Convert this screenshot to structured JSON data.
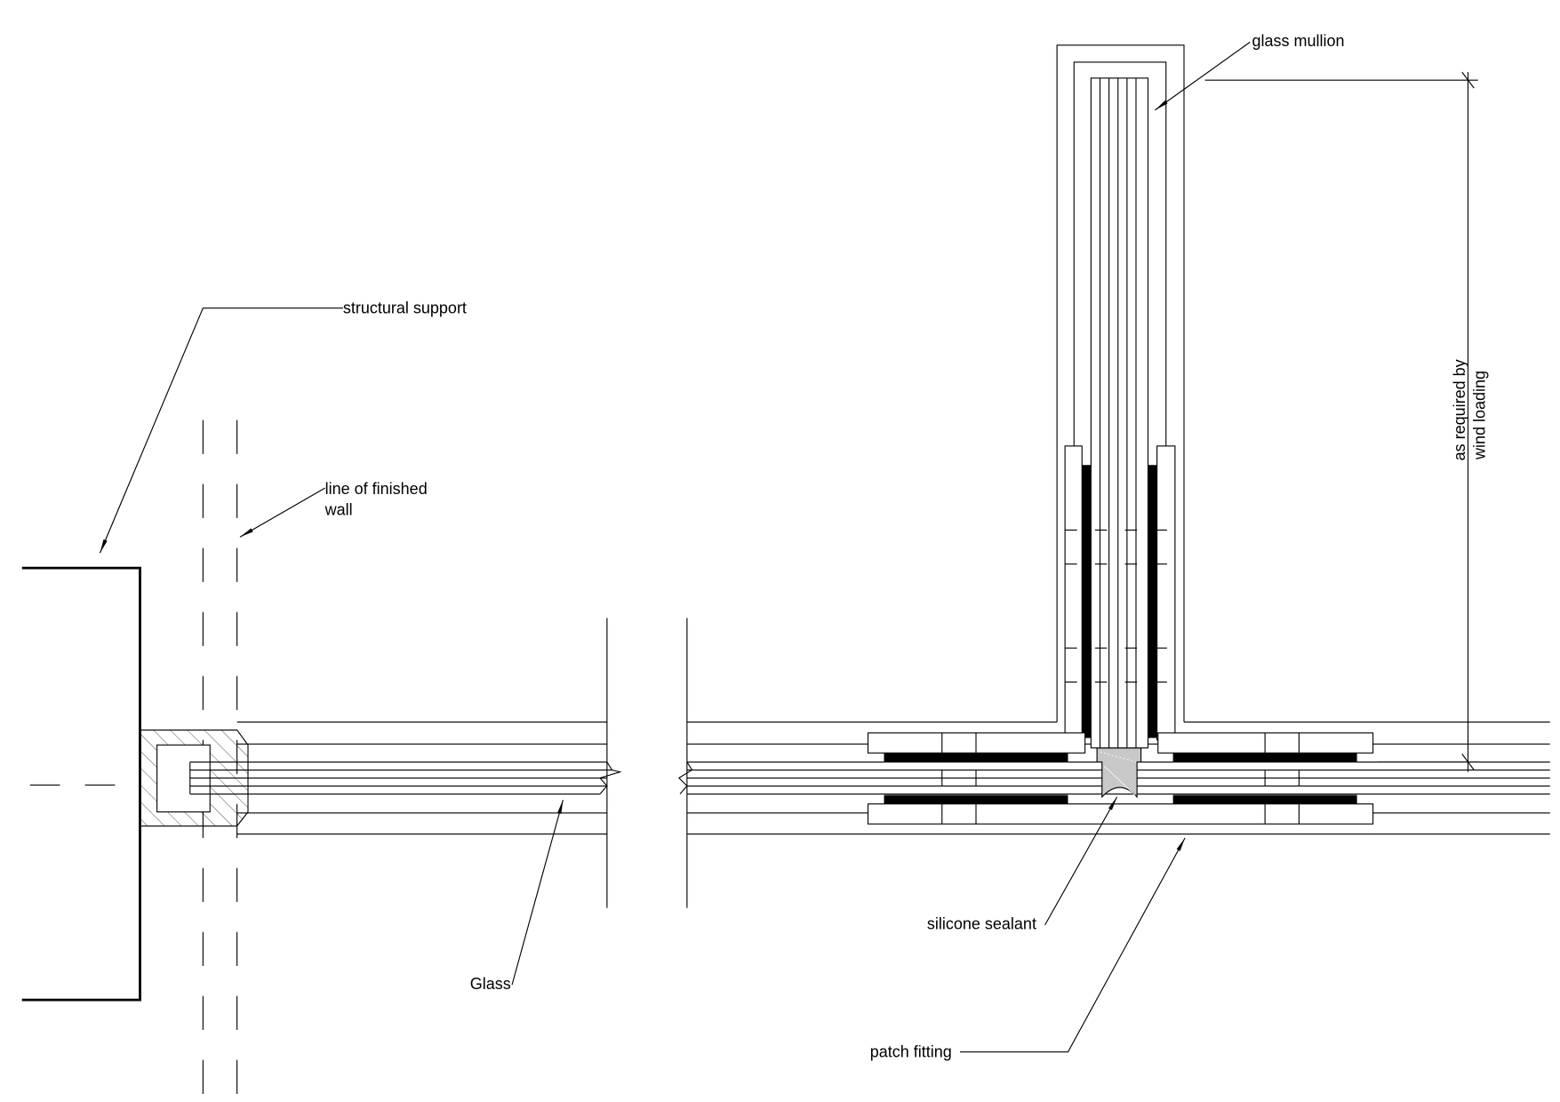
{
  "drawing": {
    "title": "Glass mullion patch fitting detail",
    "labels": {
      "glass_mullion": "glass mullion",
      "structural_support": "structural support",
      "finished_wall_1": "line of finished",
      "finished_wall_2": "wall",
      "glass": "Glass",
      "silicone_sealant": "silicone sealant",
      "patch_fitting": "patch fitting",
      "dimension_1": "as required by",
      "dimension_2": "wind loading"
    },
    "colors": {
      "line": "#000000",
      "sealant": "#c8c8c8",
      "gasket": "#000000"
    }
  }
}
